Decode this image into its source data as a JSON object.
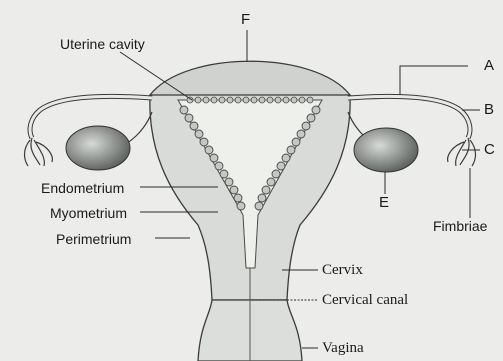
{
  "labels": {
    "F": "F",
    "A": "A",
    "B": "B",
    "C": "C",
    "E": "E",
    "uterine_cavity": "Uterine cavity",
    "endometrium": "Endometrium",
    "myometrium": "Myometrium",
    "perimetrium": "Perimetrium",
    "fimbriae": "Fimbriae",
    "cervix": "Cervix",
    "cervical_canal": "Cervical canal",
    "vagina": "Vagina"
  },
  "colors": {
    "background": "#ecedeb",
    "tissue_light": "#dcdedb",
    "tissue_mid": "#c9ccc8",
    "fundus": "#cfd2ce",
    "ovary": "#7e827e",
    "outline": "#3a3a3a"
  }
}
